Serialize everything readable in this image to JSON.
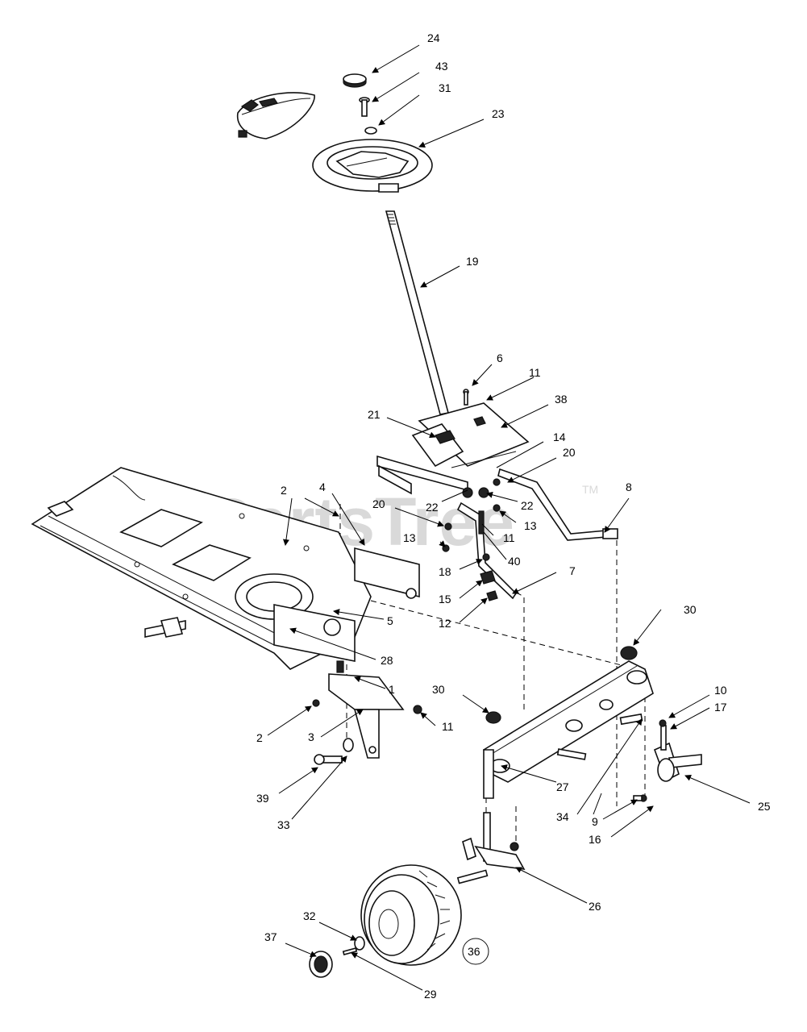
{
  "watermark": {
    "text": "PartsTree",
    "trademark": "TM"
  },
  "callouts": [
    {
      "id": "24",
      "text": "24"
    },
    {
      "id": "43",
      "text": "43"
    },
    {
      "id": "31",
      "text": "31"
    },
    {
      "id": "23",
      "text": "23"
    },
    {
      "id": "19",
      "text": "19"
    },
    {
      "id": "6",
      "text": "6"
    },
    {
      "id": "11a",
      "text": "11"
    },
    {
      "id": "38",
      "text": "38"
    },
    {
      "id": "21",
      "text": "21"
    },
    {
      "id": "14",
      "text": "14"
    },
    {
      "id": "20a",
      "text": "20"
    },
    {
      "id": "8",
      "text": "8"
    },
    {
      "id": "22a",
      "text": "22"
    },
    {
      "id": "22b",
      "text": "22"
    },
    {
      "id": "13a",
      "text": "13"
    },
    {
      "id": "2a",
      "text": "2"
    },
    {
      "id": "4",
      "text": "4"
    },
    {
      "id": "20b",
      "text": "20"
    },
    {
      "id": "11b",
      "text": "11"
    },
    {
      "id": "13b",
      "text": "13"
    },
    {
      "id": "40",
      "text": "40"
    },
    {
      "id": "18",
      "text": "18"
    },
    {
      "id": "7",
      "text": "7"
    },
    {
      "id": "15",
      "text": "15"
    },
    {
      "id": "12",
      "text": "12"
    },
    {
      "id": "30a",
      "text": "30"
    },
    {
      "id": "5",
      "text": "5"
    },
    {
      "id": "28",
      "text": "28"
    },
    {
      "id": "1",
      "text": "1"
    },
    {
      "id": "30b",
      "text": "30"
    },
    {
      "id": "10",
      "text": "10"
    },
    {
      "id": "17",
      "text": "17"
    },
    {
      "id": "2b",
      "text": "2"
    },
    {
      "id": "3",
      "text": "3"
    },
    {
      "id": "11c",
      "text": "11"
    },
    {
      "id": "27",
      "text": "27"
    },
    {
      "id": "25",
      "text": "25"
    },
    {
      "id": "39",
      "text": "39"
    },
    {
      "id": "34",
      "text": "34"
    },
    {
      "id": "9",
      "text": "9"
    },
    {
      "id": "16",
      "text": "16"
    },
    {
      "id": "33",
      "text": "33"
    },
    {
      "id": "26",
      "text": "26"
    },
    {
      "id": "32",
      "text": "32"
    },
    {
      "id": "37",
      "text": "37"
    },
    {
      "id": "36",
      "text": "36"
    },
    {
      "id": "29",
      "text": "29"
    }
  ]
}
